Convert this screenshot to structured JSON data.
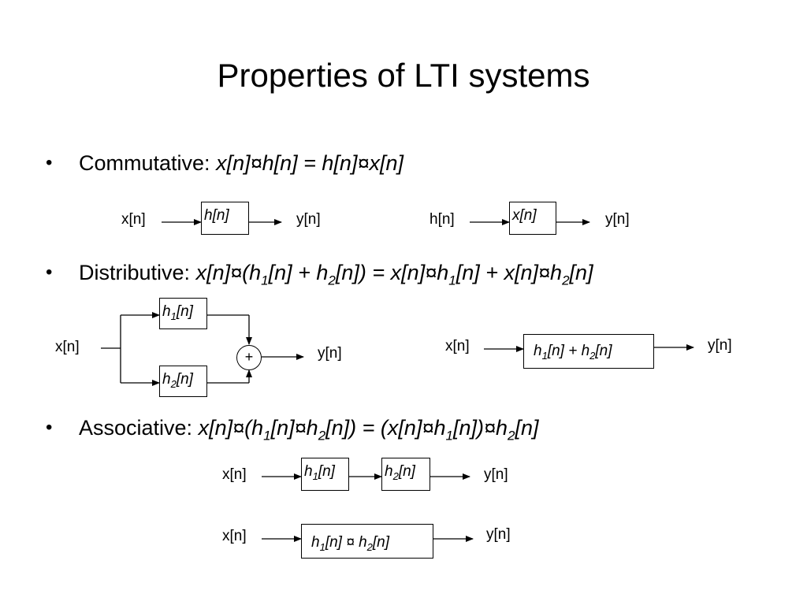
{
  "title": "Properties of LTI systems",
  "bullets": [
    {
      "label": "Commutative:",
      "equation": "x[n]¤h[n] = h[n]¤x[n]"
    },
    {
      "label": "Distributive:",
      "equation": "x[n]¤(h1[n] + h2[n]) = x[n]¤h1[n] + x[n]¤h2[n]"
    },
    {
      "label": "Associative:",
      "equation": "x[n]¤(h1[n]¤h2[n]) = (x[n]¤h1[n])¤h2[n]"
    }
  ],
  "bullet_symbol": "•",
  "diagrams": {
    "commutative_left": {
      "input": "x[n]",
      "block": "h[n]",
      "output": "y[n]"
    },
    "commutative_right": {
      "input": "h[n]",
      "block": "x[n]",
      "output": "y[n]"
    },
    "distributive_left": {
      "input": "x[n]",
      "block_top": "h1[n]",
      "block_bottom": "h2[n]",
      "adder": "+",
      "output": "y[n]"
    },
    "distributive_right": {
      "input": "x[n]",
      "block": "h1[n] + h2[n]",
      "output": "y[n]"
    },
    "associative_top": {
      "input": "x[n]",
      "block_1": "h1[n]",
      "block_2": "h2[n]",
      "output": "y[n]"
    },
    "associative_bottom": {
      "input": "x[n]",
      "block": "h1[n] ¤ h2[n]",
      "output": "y[n]"
    }
  }
}
